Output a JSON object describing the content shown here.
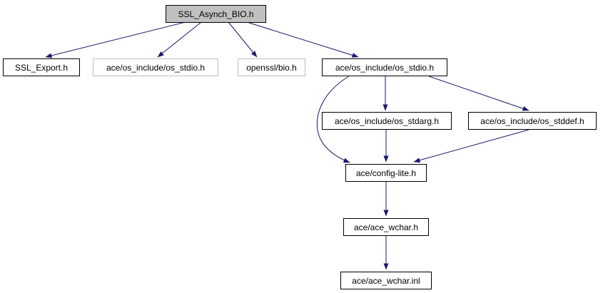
{
  "diagram": {
    "type": "include-dependency-graph",
    "root": "SSL_Asynch_BIO.h",
    "colors": {
      "edge": "#191970",
      "root_fill": "#c0c0c0",
      "node_fill": "#ffffff",
      "node_border": "#000000",
      "muted_border": "#bdbdbd"
    },
    "nodes": [
      {
        "label": "SSL_Asynch_BIO.h",
        "kind": "root"
      },
      {
        "label": "SSL_Export.h",
        "kind": "linked"
      },
      {
        "label": "ace/os_include/os_stdio.h",
        "kind": "muted"
      },
      {
        "label": "openssl/bio.h",
        "kind": "muted"
      },
      {
        "label": "ace/os_include/os_stdio.h",
        "kind": "linked"
      },
      {
        "label": "ace/os_include/os_stdarg.h",
        "kind": "linked"
      },
      {
        "label": "ace/os_include/os_stddef.h",
        "kind": "linked"
      },
      {
        "label": "ace/config-lite.h",
        "kind": "linked"
      },
      {
        "label": "ace/ace_wchar.h",
        "kind": "linked"
      },
      {
        "label": "ace/ace_wchar.inl",
        "kind": "linked"
      }
    ],
    "edges": [
      {
        "from": 0,
        "to": 1
      },
      {
        "from": 0,
        "to": 2
      },
      {
        "from": 0,
        "to": 3
      },
      {
        "from": 0,
        "to": 4
      },
      {
        "from": 4,
        "to": 5
      },
      {
        "from": 4,
        "to": 6
      },
      {
        "from": 4,
        "to": 7
      },
      {
        "from": 5,
        "to": 7
      },
      {
        "from": 6,
        "to": 7
      },
      {
        "from": 7,
        "to": 8
      },
      {
        "from": 8,
        "to": 9
      }
    ]
  }
}
